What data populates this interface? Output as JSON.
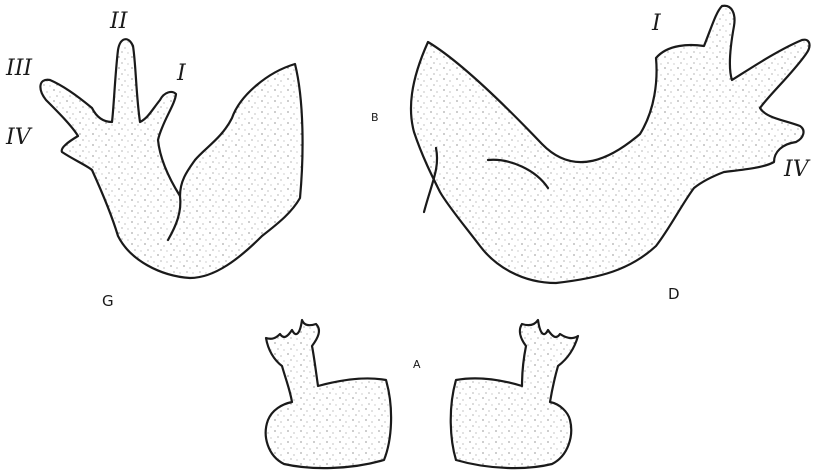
{
  "panels": {
    "g": {
      "label": "G",
      "digits": {
        "d1": "I",
        "d2": "II",
        "d3": "III",
        "d4": "IV"
      }
    },
    "d": {
      "label": "D",
      "digits": {
        "d1": "I",
        "d4": "IV"
      }
    },
    "b": {
      "label": "B"
    },
    "a": {
      "label": "A"
    }
  },
  "colors": {
    "ink": "#1a1a1a",
    "stipple": "#555555",
    "paper": "#ffffff"
  }
}
